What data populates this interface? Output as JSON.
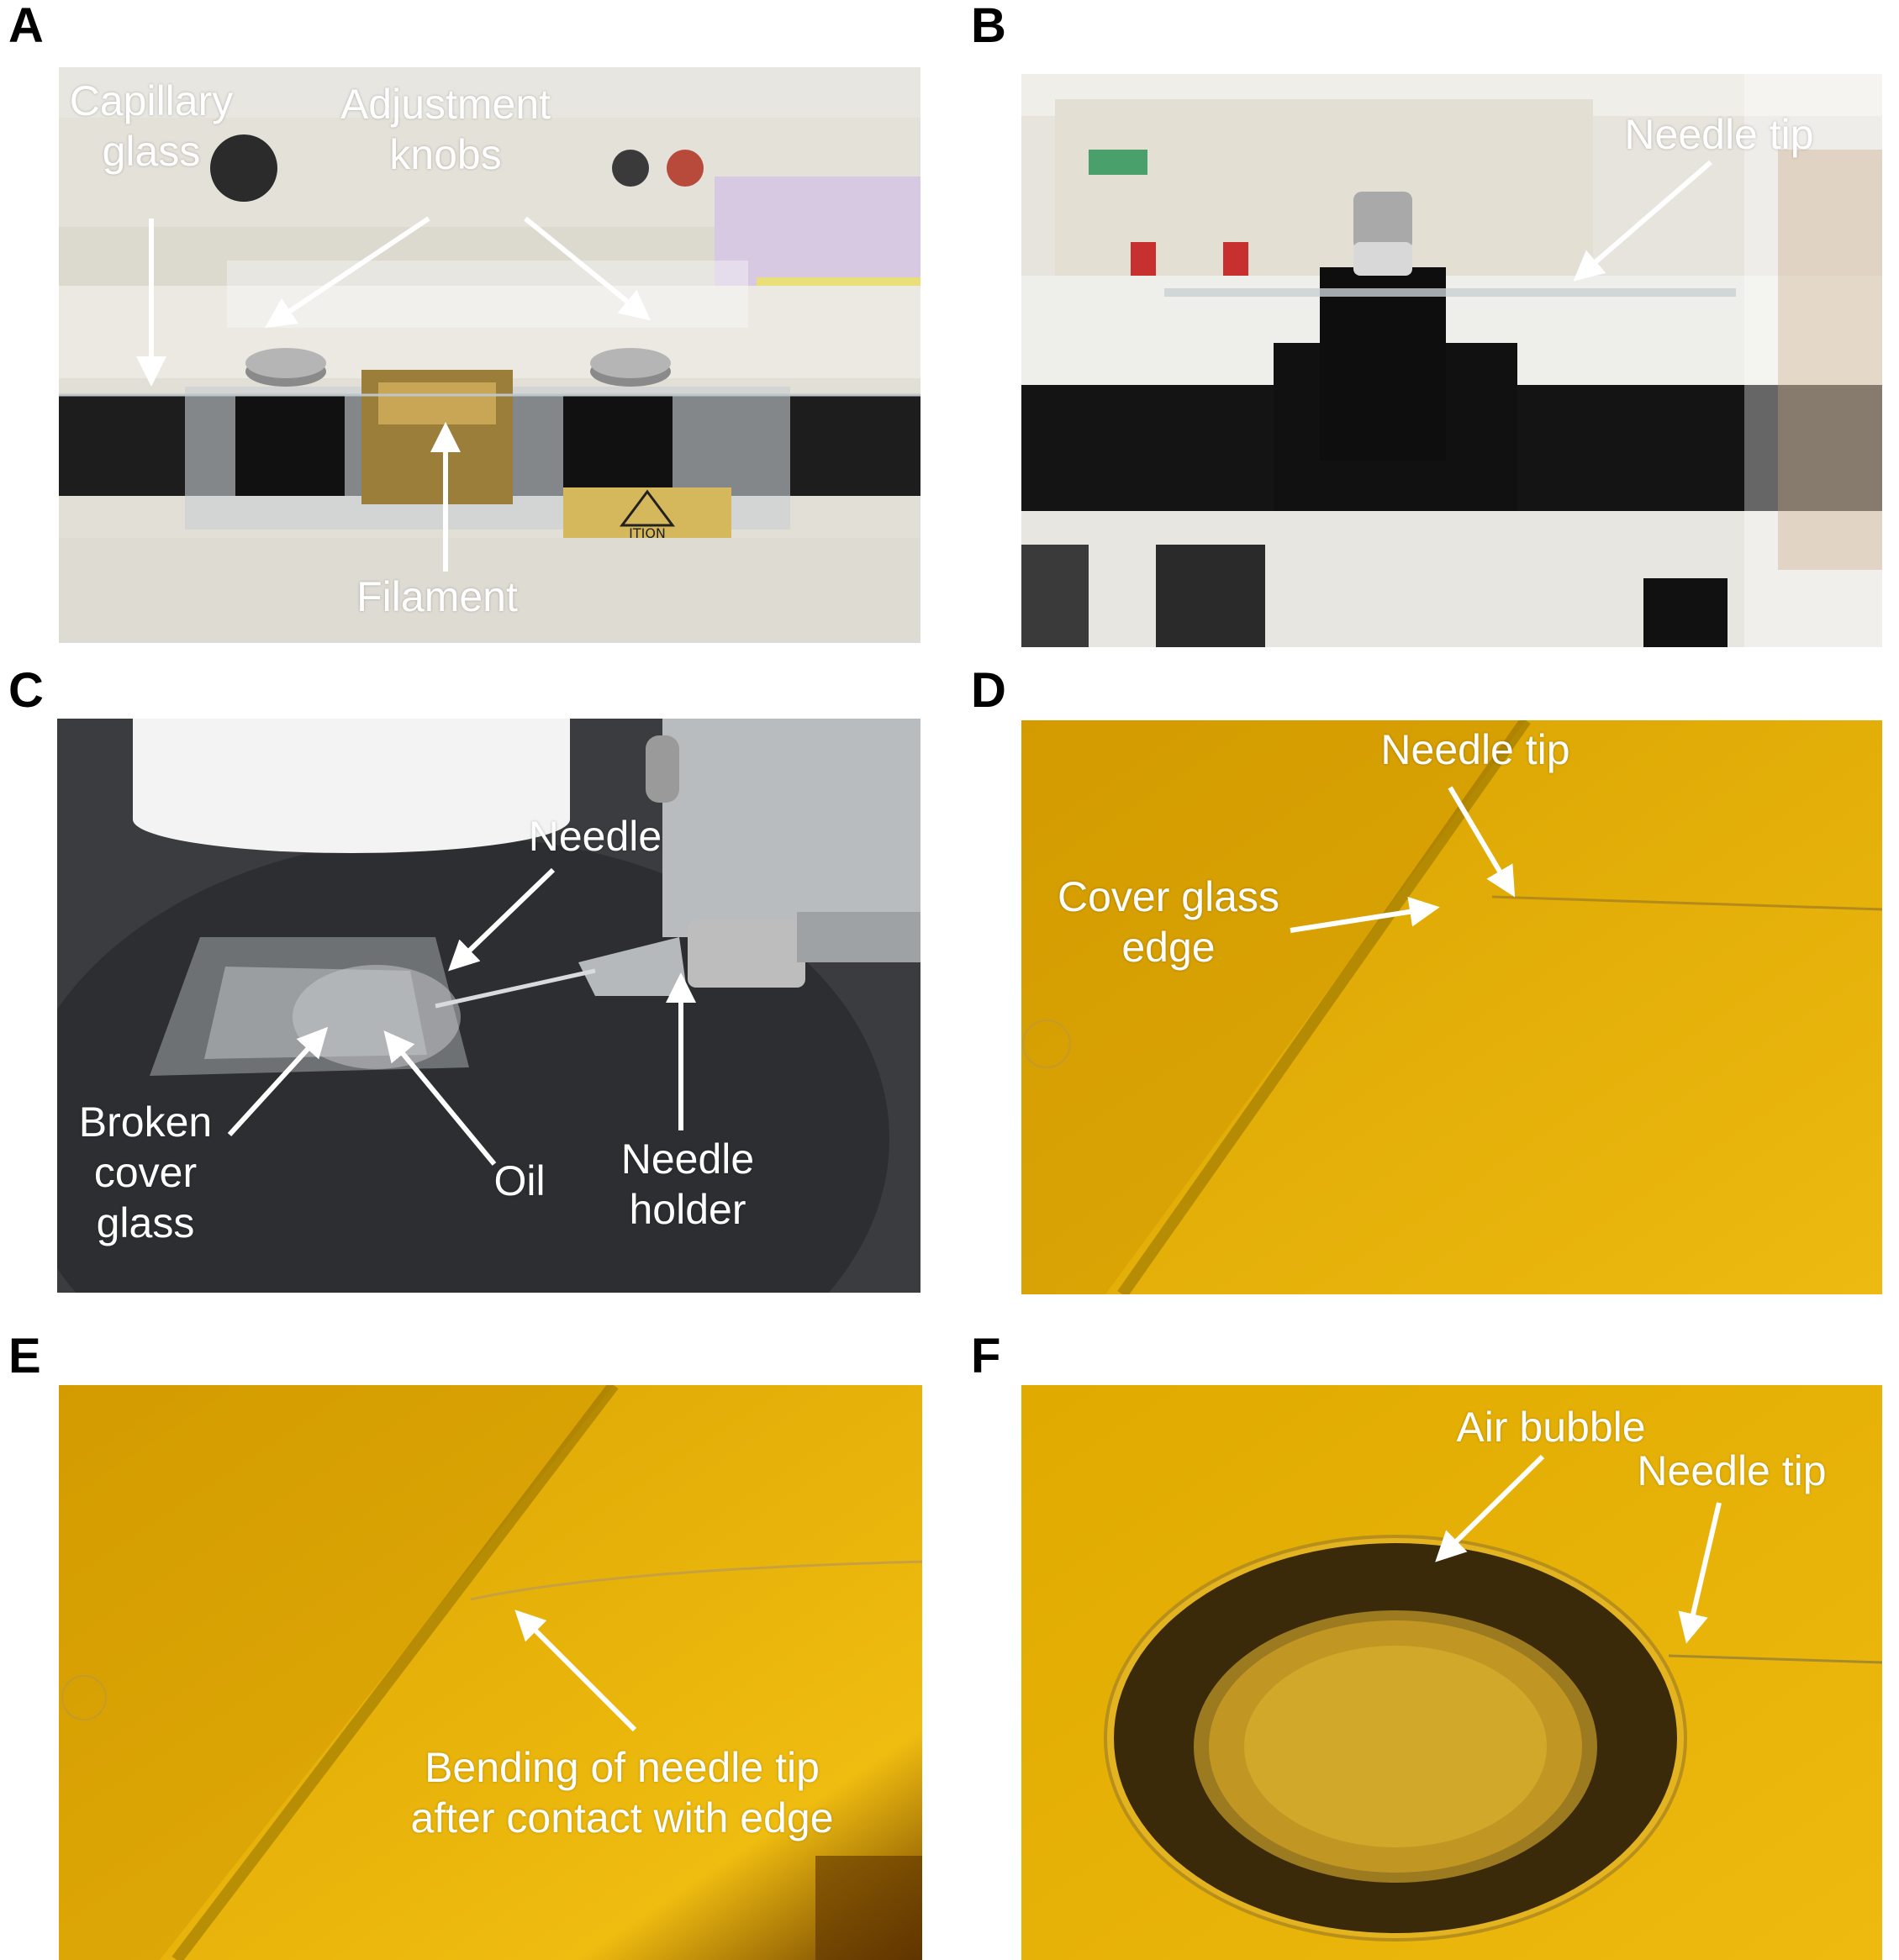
{
  "panels": {
    "A": {
      "letter": "A",
      "labels": {
        "capillary_glass": [
          "Capillary",
          "glass"
        ],
        "adjustment_knobs": [
          "Adjustment",
          "knobs"
        ],
        "filament": "Filament"
      },
      "warning_label_text": "JTION"
    },
    "B": {
      "letter": "B",
      "labels": {
        "needle_tip": "Needle tip"
      }
    },
    "C": {
      "letter": "C",
      "labels": {
        "needle": "Needle",
        "broken_cover_glass": [
          "Broken",
          "cover",
          "glass"
        ],
        "oil": "Oil",
        "needle_holder": [
          "Needle",
          "holder"
        ]
      }
    },
    "D": {
      "letter": "D",
      "labels": {
        "needle_tip": "Needle tip",
        "cover_glass_edge": [
          "Cover glass",
          "edge"
        ]
      }
    },
    "E": {
      "letter": "E",
      "labels": {
        "bending": [
          "Bending of needle tip",
          "after contact with edge"
        ]
      }
    },
    "F": {
      "letter": "F",
      "labels": {
        "air_bubble": "Air bubble",
        "needle_tip": "Needle tip"
      }
    }
  }
}
